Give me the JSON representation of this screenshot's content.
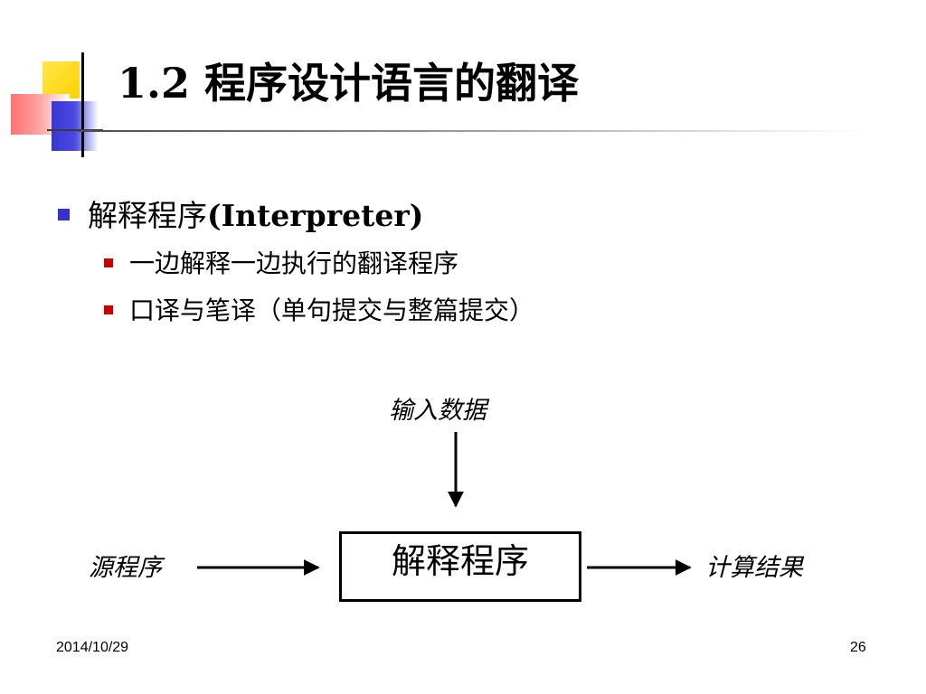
{
  "slide": {
    "title": "1.2 程序设计语言的翻译",
    "bullet": {
      "label_cn": "解释程序",
      "label_en": "(Interpreter)",
      "sub_items": [
        "一边解释一边执行的翻译程序",
        "口译与笔译（单句提交与整篇提交）"
      ]
    },
    "diagram": {
      "input_label": "输入数据",
      "source_label": "源程序",
      "process_label": "解释程序",
      "output_label": "计算结果"
    },
    "footer": {
      "date": "2014/10/29",
      "page_number": "26"
    }
  },
  "colors": {
    "l1_bullet": "#3333cc",
    "l2_bullet": "#cc0000",
    "deco_yellow": "#ffd100",
    "deco_red": "#ff6a6a",
    "deco_blue": "#3737d6"
  }
}
